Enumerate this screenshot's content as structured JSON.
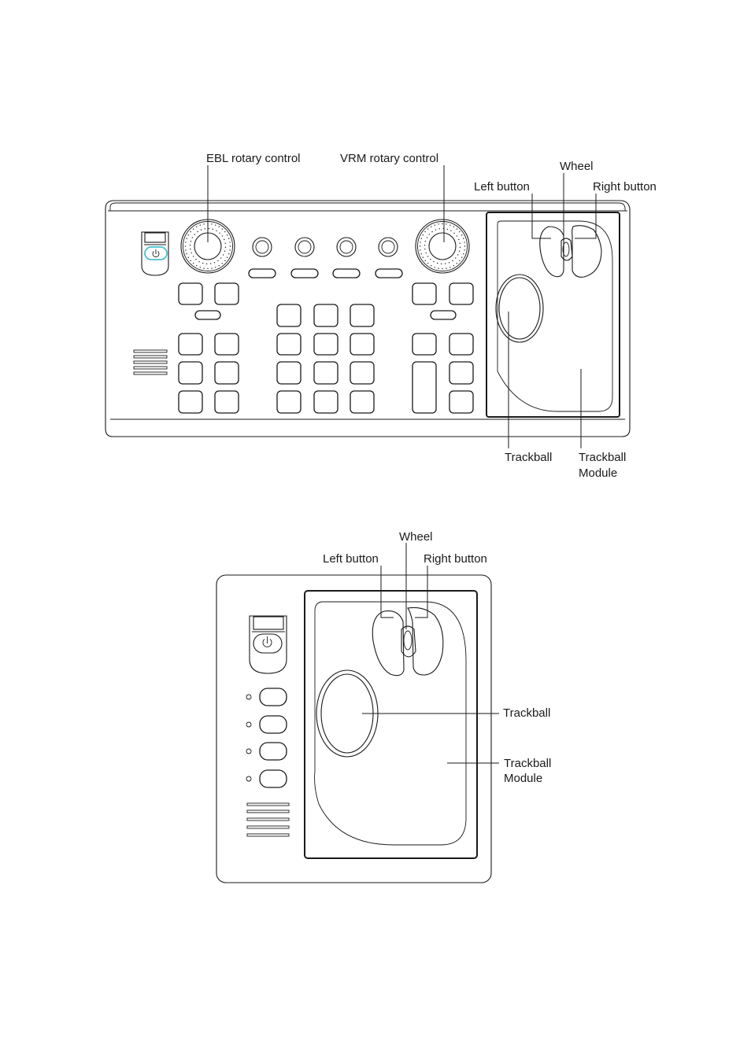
{
  "colors": {
    "line": "#1a1a1a",
    "power_ring": "#49c0d0",
    "background": "#ffffff"
  },
  "icons": {
    "power": "power-icon"
  },
  "full_keyboard": {
    "labels": {
      "ebl": "EBL rotary control",
      "vrm": "VRM rotary control",
      "wheel": "Wheel",
      "left_button": "Left button",
      "right_button": "Right button",
      "trackball": "Trackball",
      "module_line1": "Trackball",
      "module_line2": "Module"
    }
  },
  "trackball_unit": {
    "labels": {
      "wheel": "Wheel",
      "left_button": "Left button",
      "right_button": "Right button",
      "trackball": "Trackball",
      "module_line1": "Trackball",
      "module_line2": "Module"
    }
  }
}
